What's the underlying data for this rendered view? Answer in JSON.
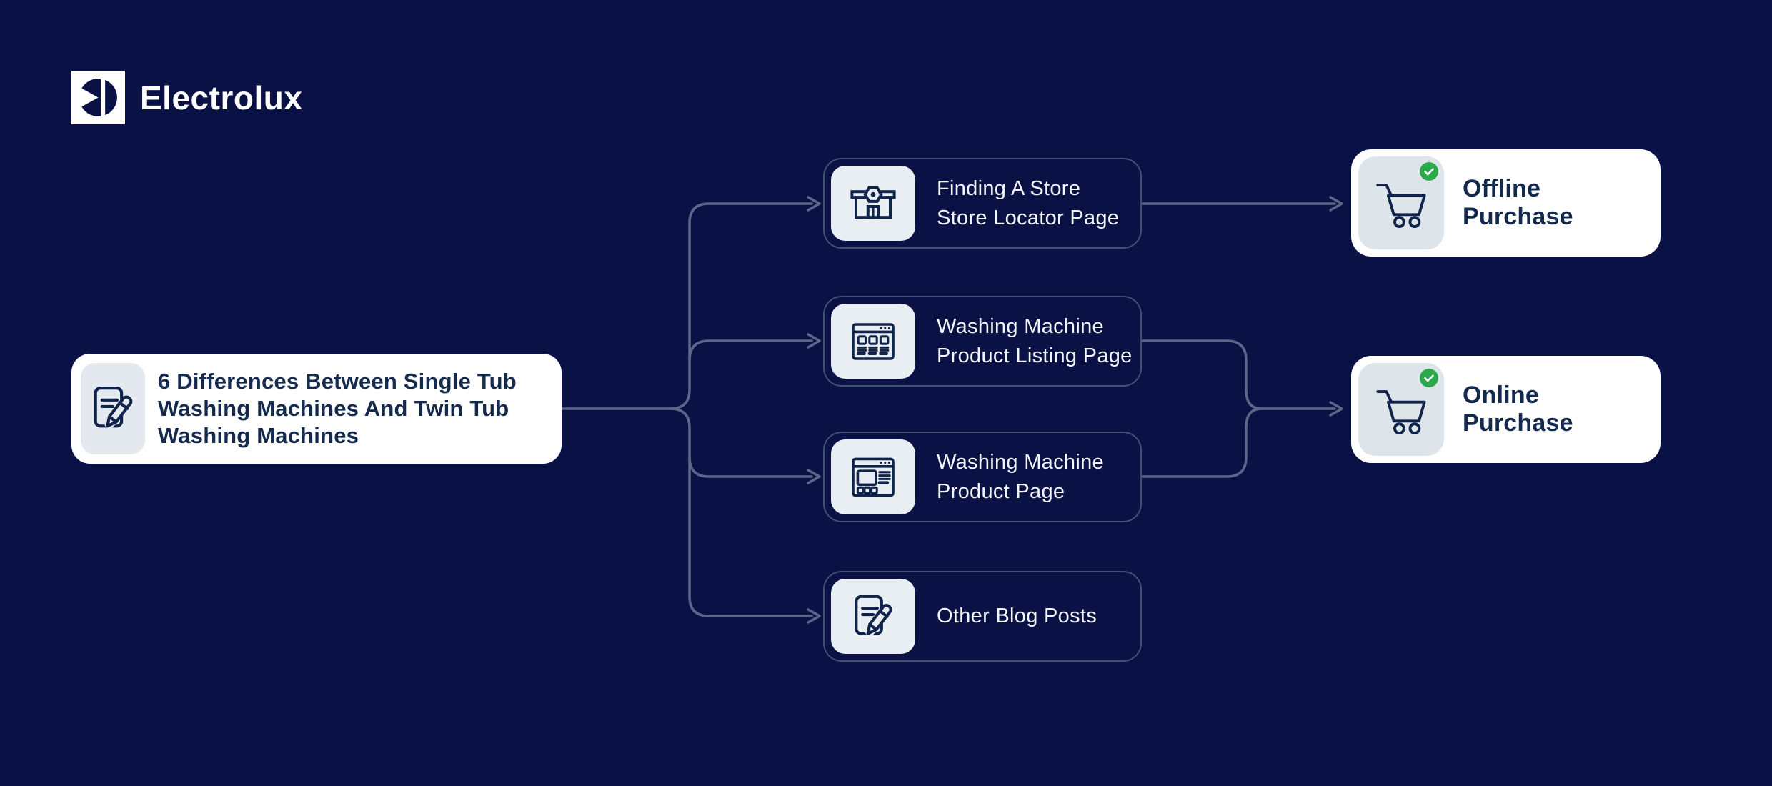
{
  "brand": {
    "name": "Electrolux"
  },
  "colors": {
    "background_navy": "#0a1145",
    "card_white": "#ffffff",
    "icon_tile_gray": "#e3e9ee",
    "icon_navy": "#10234a",
    "text_navy": "#13294d",
    "text_white": "#f2f5f9",
    "connector_slate": "#5d6588",
    "node_border": "#454e77",
    "badge_green": "#2aa84a"
  },
  "flow": {
    "source": {
      "title": "6 Differences Between Single Tub\nWashing Machines And Twin Tub\nWashing Machines",
      "icon": "blog-post-icon"
    },
    "middle": [
      {
        "label": "Finding A Store\nStore Locator Page",
        "icon": "store-locator-icon"
      },
      {
        "label": "Washing Machine\nProduct Listing Page",
        "icon": "product-listing-icon"
      },
      {
        "label": "Washing Machine\nProduct Page",
        "icon": "product-page-icon"
      },
      {
        "label": "Other Blog Posts",
        "icon": "blog-post-icon"
      }
    ],
    "outcomes": [
      {
        "label": "Offline Purchase",
        "icon": "shopping-cart-icon",
        "badge": "green-check"
      },
      {
        "label": "Online Purchase",
        "icon": "shopping-cart-icon",
        "badge": "green-check"
      }
    ]
  }
}
